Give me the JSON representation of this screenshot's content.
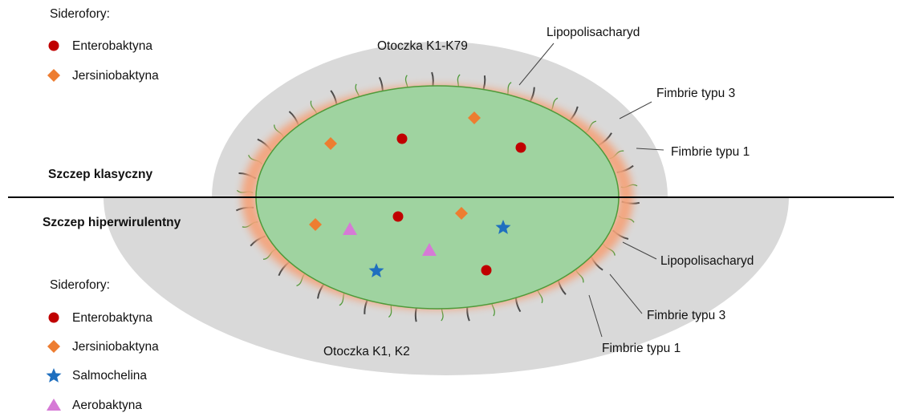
{
  "top_legend": {
    "title": "Siderofory:",
    "items": [
      {
        "label": "Enterobaktyna",
        "icon": "red-circle-icon"
      },
      {
        "label": "Jersiniobaktyna",
        "icon": "orange-diamond-icon"
      }
    ]
  },
  "bottom_legend": {
    "title": "Siderofory:",
    "items": [
      {
        "label": "Enterobaktyna",
        "icon": "red-circle-icon"
      },
      {
        "label": "Jersiniobaktyna",
        "icon": "orange-diamond-icon"
      },
      {
        "label": "Salmochelina",
        "icon": "blue-star-icon"
      },
      {
        "label": "Aerobaktyna",
        "icon": "pink-triangle-icon"
      }
    ]
  },
  "strains": {
    "classic": "Szczep klasyczny",
    "hypervirulent": "Szczep hiperwirulentny"
  },
  "classic_labels": {
    "capsule": "Otoczka K1-K79",
    "lps": "Lipopolisacharyd",
    "fimbriae3": "Fimbrie typu 3",
    "fimbriae1": "Fimbrie typu 1"
  },
  "hypervirulent_labels": {
    "capsule": "Otoczka K1, K2",
    "lps": "Lipopolisacharyd",
    "fimbriae3": "Fimbrie typu 3",
    "fimbriae1": "Fimbrie typu 1"
  },
  "colors": {
    "enterobactin": "#c00000",
    "yersiniabactin": "#ed7d31",
    "salmochelin": "#1f6fbf",
    "aerobactin": "#d67ad6",
    "cell_fill": "#9fd3a0",
    "capsule_fill": "#d9d9d9",
    "membrane_glow": "#f4a37a"
  }
}
